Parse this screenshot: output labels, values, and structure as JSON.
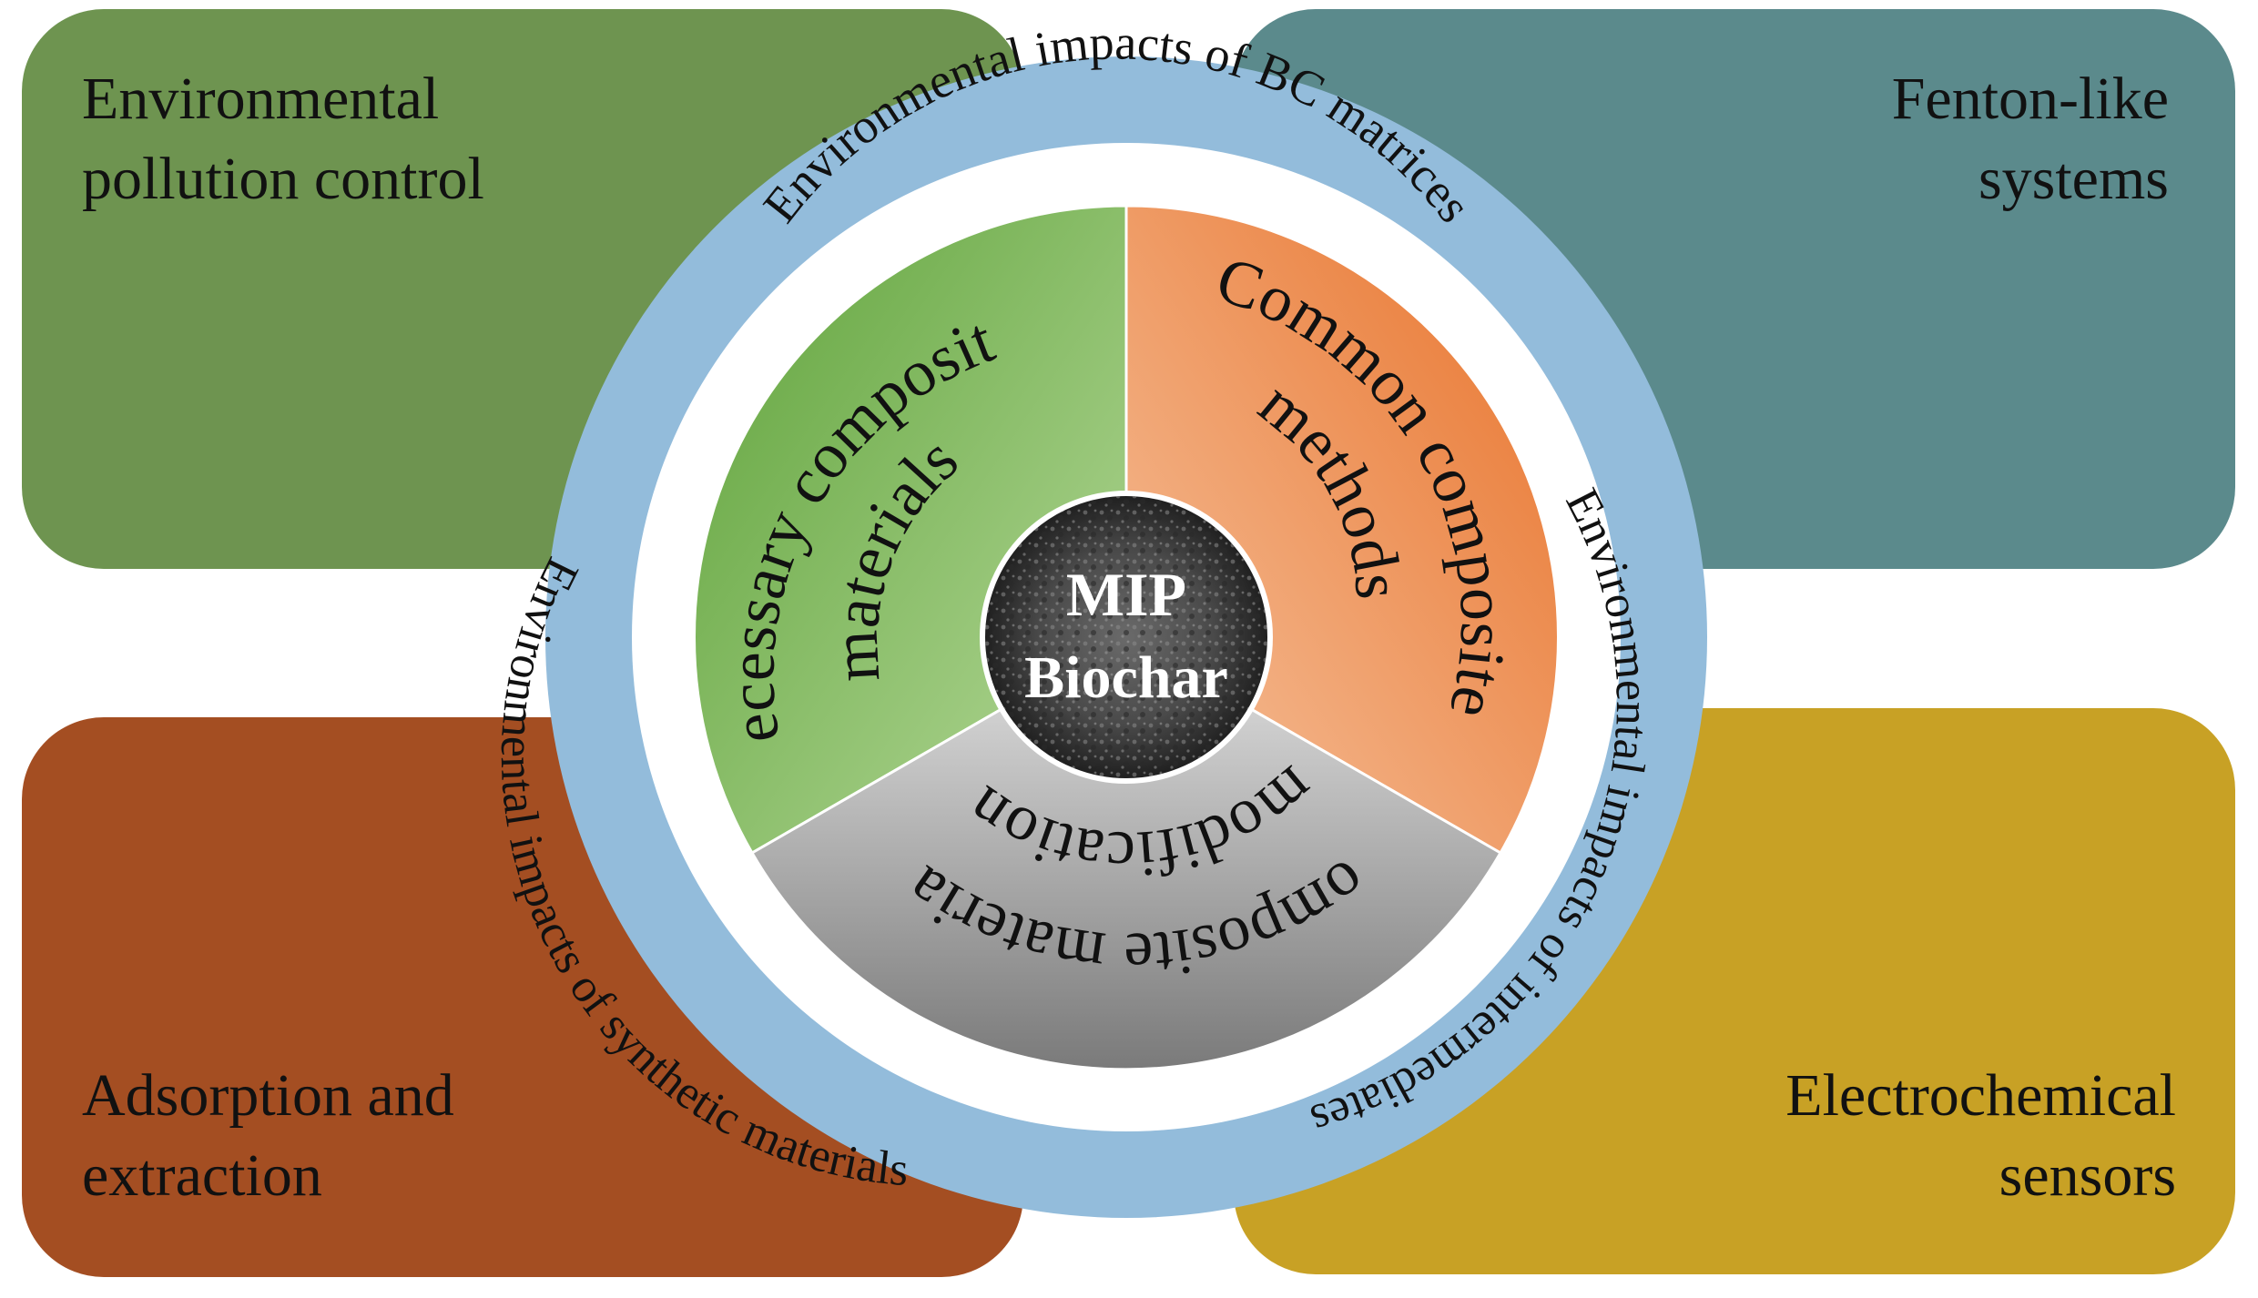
{
  "quadrants": {
    "top_left": {
      "label": "Environmental\npollution control",
      "color": "#6e9450"
    },
    "top_right": {
      "label": "Fenton-like\nsystems",
      "color": "#5b8a8c"
    },
    "bottom_left": {
      "label": "Adsorption and\nextraction",
      "color": "#a44e22"
    },
    "bottom_right": {
      "label": "Electrochemical\nsensors",
      "color": "#c8a125"
    }
  },
  "outer_ring": {
    "color": "#93bcdb",
    "top_text": "Environmental impacts of BC matrices",
    "right_text": "Environmental impacts of intermediates",
    "left_text": "Environmental impacts of synthetic materials"
  },
  "inner_sectors": {
    "green": {
      "line1": "necessary composite",
      "line2": "materials",
      "color": "#7fba55"
    },
    "orange": {
      "line1": "Common composite",
      "line2": "methods",
      "color": "#ee8540"
    },
    "gray": {
      "line1": "Composite material",
      "line2": "modification",
      "color": "#9e9e9e"
    }
  },
  "center": {
    "line1": "MIP",
    "line2": "Biochar"
  }
}
